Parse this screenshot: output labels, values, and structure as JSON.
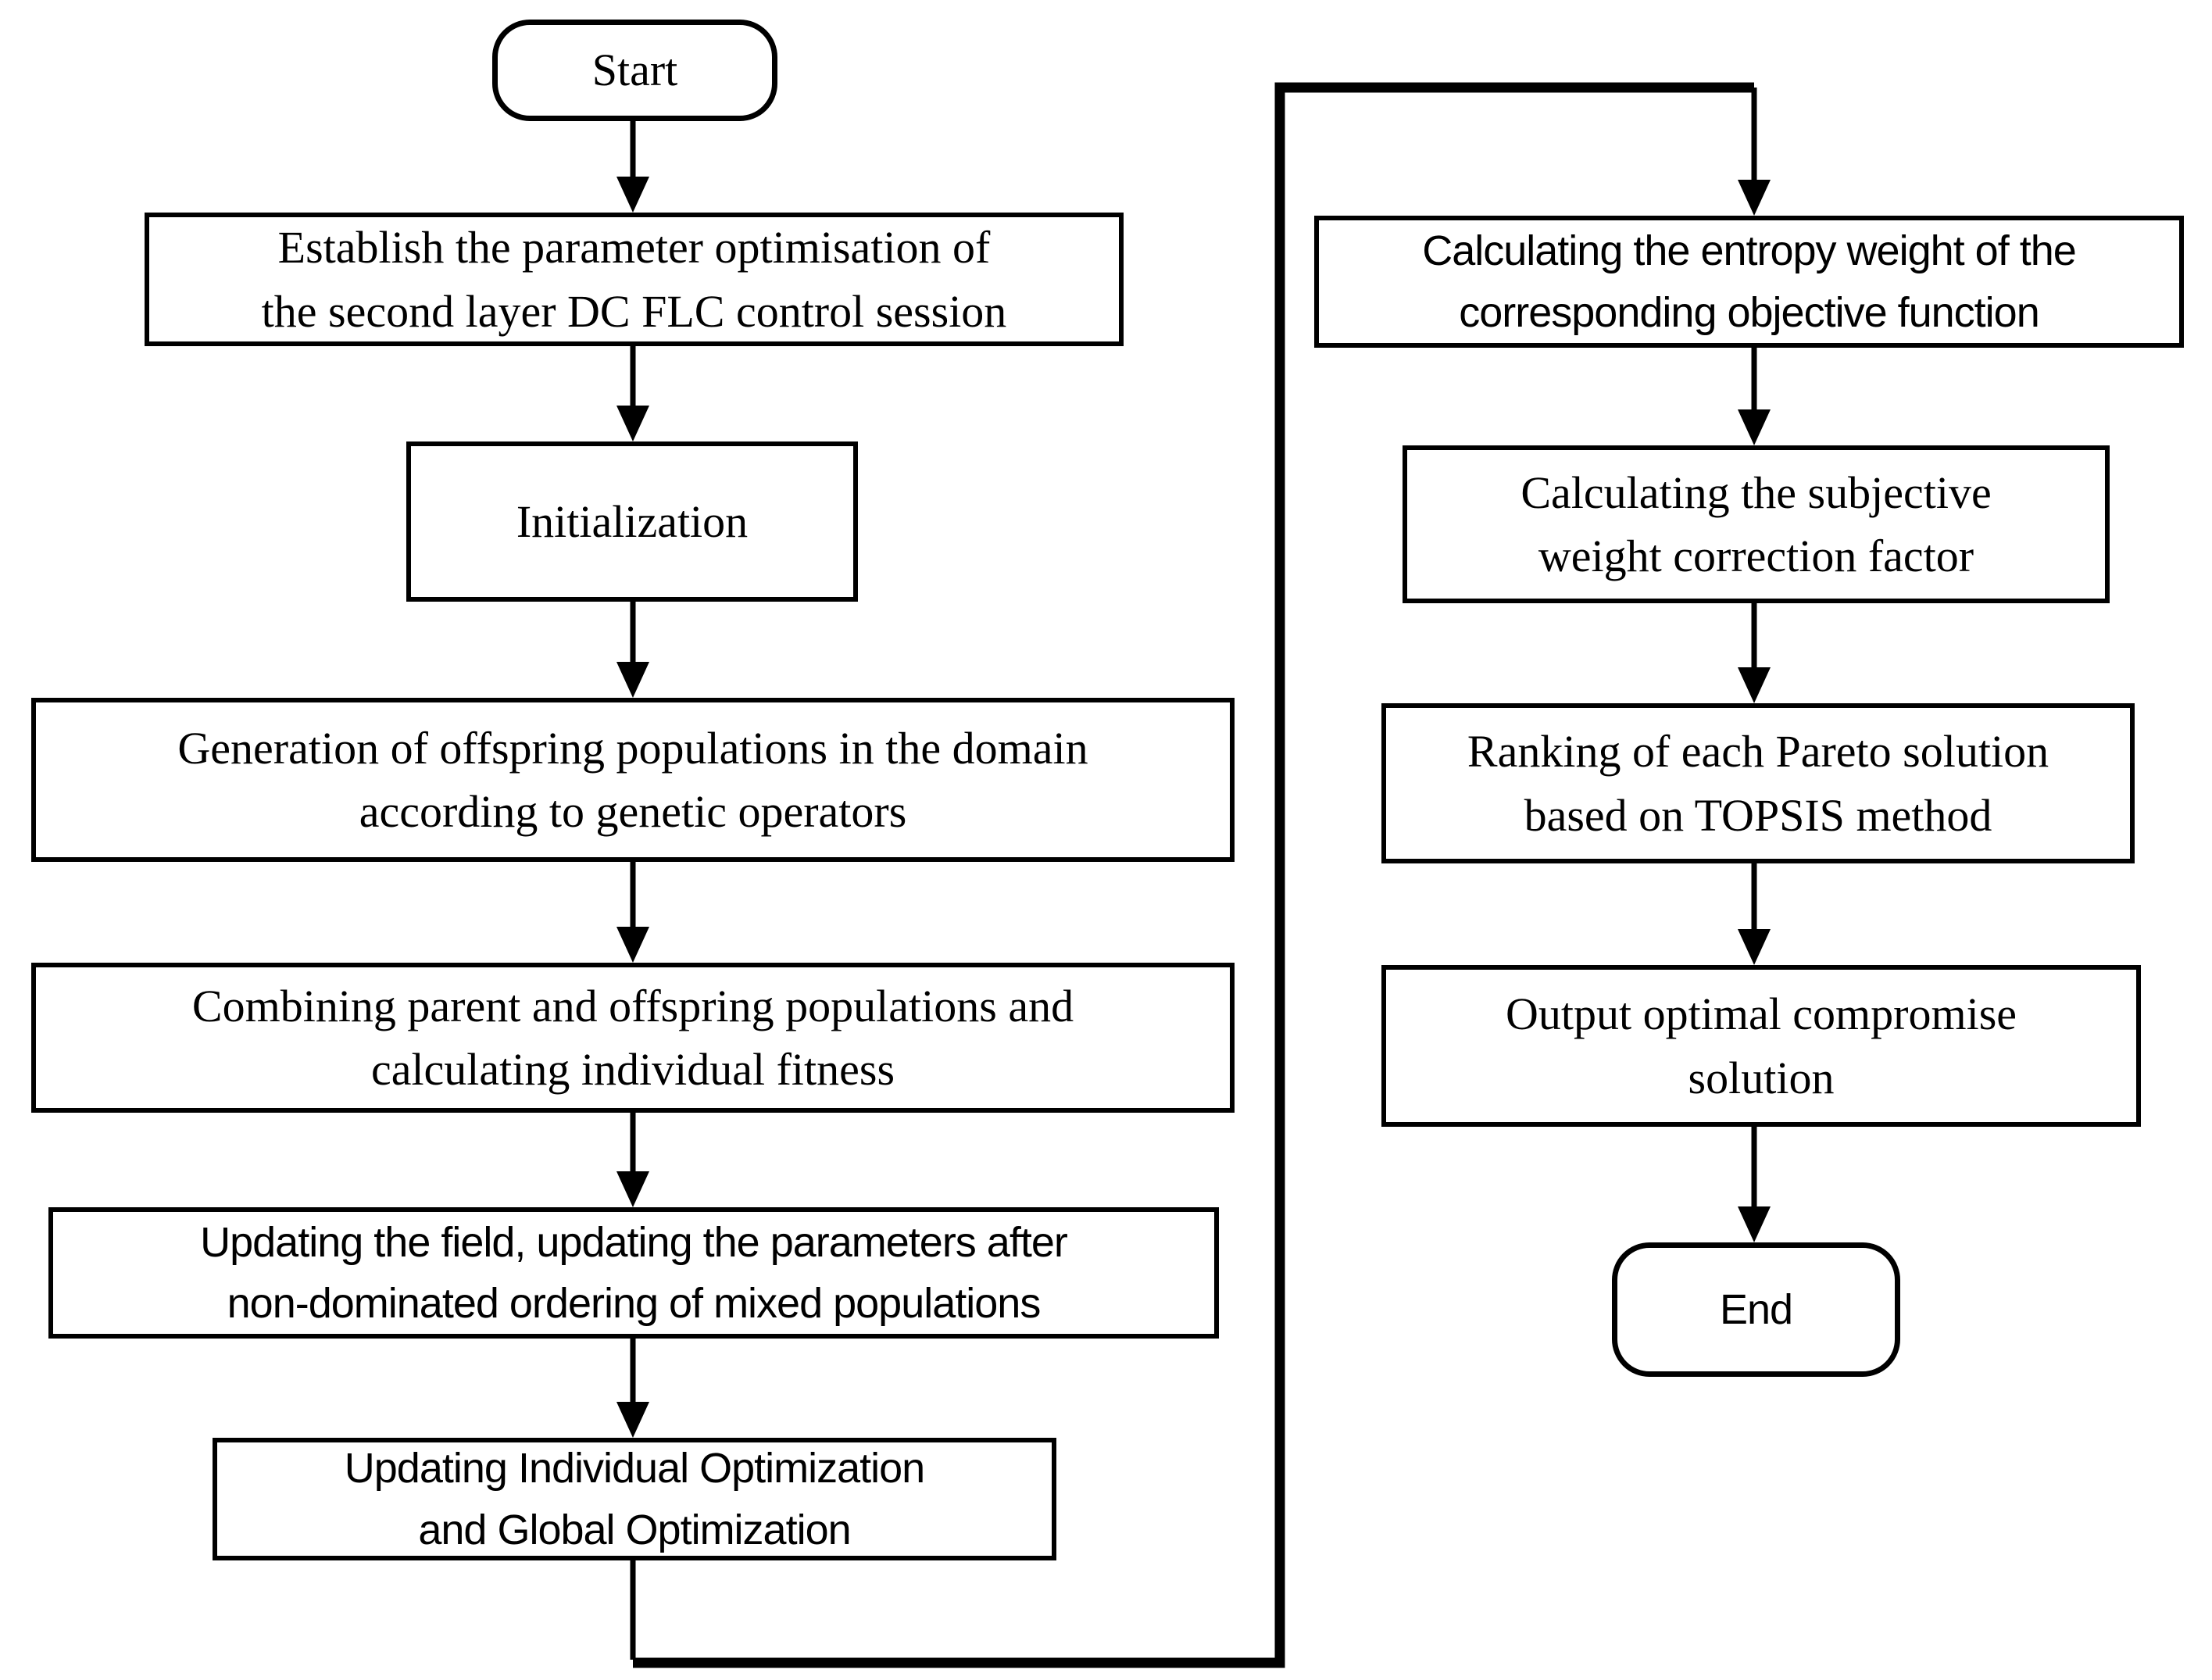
{
  "diagram": {
    "background_color": "#ffffff",
    "line_color": "#000000",
    "nodes": {
      "start": {
        "label": "Start",
        "shape": "rounded"
      },
      "establish": {
        "label": "Establish the parameter optimisation of\nthe second layer DC FLC control session",
        "shape": "rect"
      },
      "initialization": {
        "label": "Initialization",
        "shape": "rect"
      },
      "generation": {
        "label": "Generation of offspring populations in the domain\naccording to genetic operators",
        "shape": "rect"
      },
      "combining": {
        "label": "Combining parent and offspring populations and\ncalculating individual fitness",
        "shape": "rect"
      },
      "updating_field": {
        "label": "Updating the field, updating the parameters after\nnon-dominated ordering of mixed populations",
        "shape": "rect"
      },
      "updating_individual": {
        "label": "Updating Individual Optimization\nand Global Optimization",
        "shape": "rect"
      },
      "entropy_weight": {
        "label": "Calculating the entropy weight of the\ncorresponding objective function",
        "shape": "rect"
      },
      "subjective_weight": {
        "label": "Calculating the subjective\nweight correction factor",
        "shape": "rect"
      },
      "ranking": {
        "label": "Ranking of each Pareto solution\nbased on TOPSIS method",
        "shape": "rect"
      },
      "output": {
        "label": "Output optimal compromise\nsolution",
        "shape": "rect"
      },
      "end": {
        "label": "End",
        "shape": "rounded"
      }
    },
    "edges": [
      {
        "from": "start",
        "to": "establish"
      },
      {
        "from": "establish",
        "to": "initialization"
      },
      {
        "from": "initialization",
        "to": "generation"
      },
      {
        "from": "generation",
        "to": "combining"
      },
      {
        "from": "combining",
        "to": "updating_field"
      },
      {
        "from": "updating_field",
        "to": "updating_individual"
      },
      {
        "from": "updating_individual",
        "to": "entropy_weight"
      },
      {
        "from": "entropy_weight",
        "to": "subjective_weight"
      },
      {
        "from": "subjective_weight",
        "to": "ranking"
      },
      {
        "from": "ranking",
        "to": "output"
      },
      {
        "from": "output",
        "to": "end"
      }
    ]
  }
}
